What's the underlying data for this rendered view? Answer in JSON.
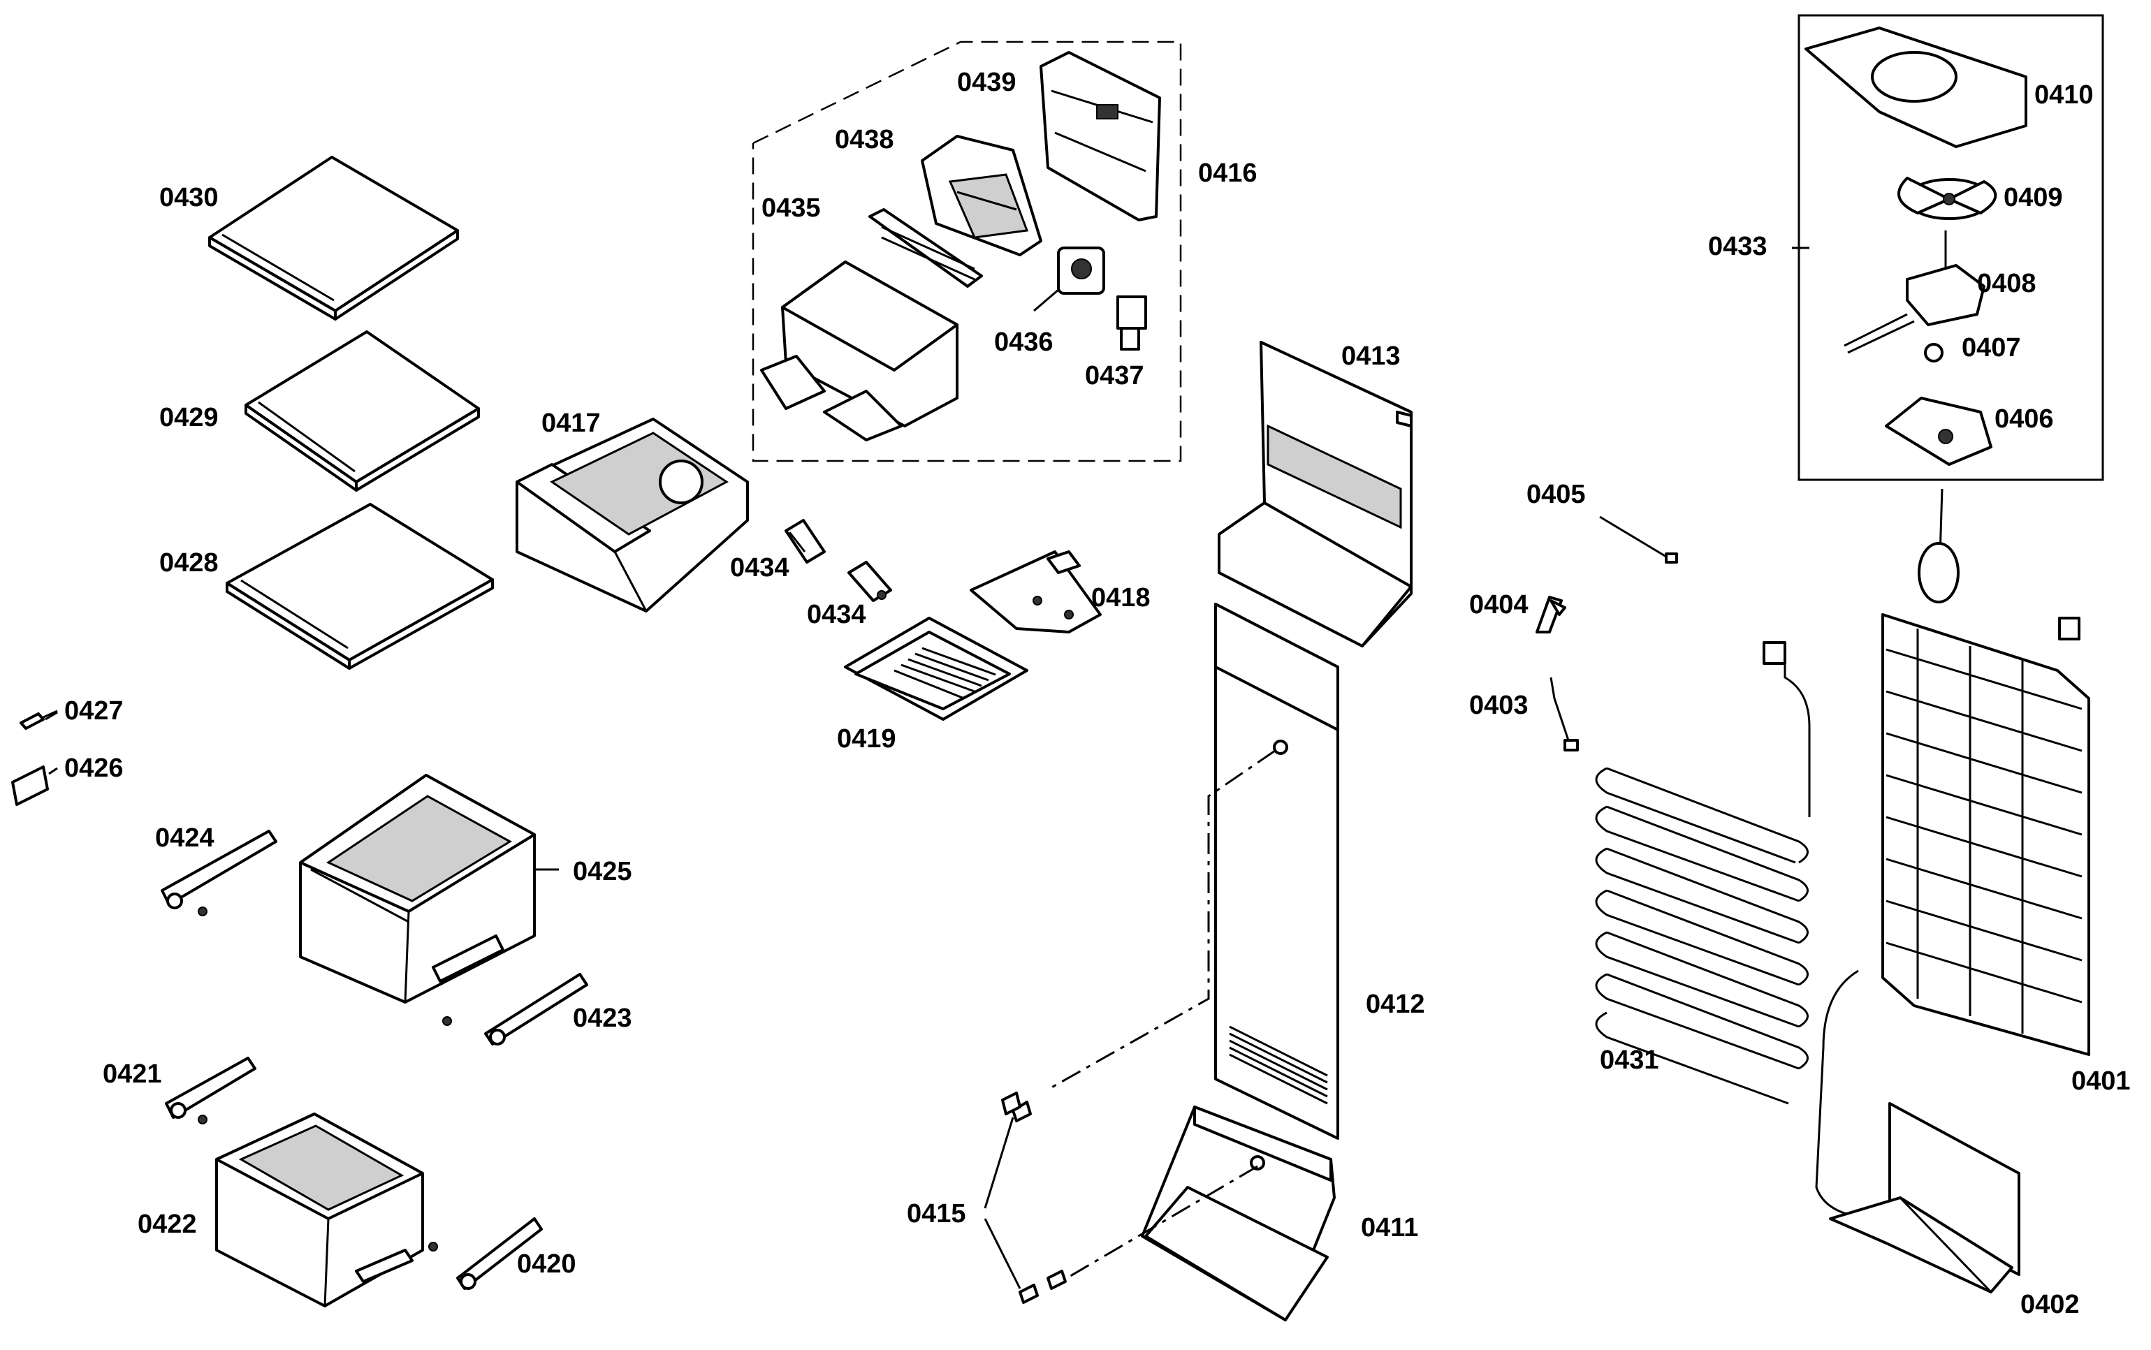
{
  "labels": {
    "p0401": "0401",
    "p0402": "0402",
    "p0403": "0403",
    "p0404": "0404",
    "p0405": "0405",
    "p0406": "0406",
    "p0407": "0407",
    "p0408": "0408",
    "p0409": "0409",
    "p0410": "0410",
    "p0411": "0411",
    "p0412": "0412",
    "p0413": "0413",
    "p0415": "0415",
    "p0416": "0416",
    "p0417": "0417",
    "p0418": "0418",
    "p0419": "0419",
    "p0420": "0420",
    "p0421": "0421",
    "p0422": "0422",
    "p0423": "0423",
    "p0424": "0424",
    "p0425": "0425",
    "p0426": "0426",
    "p0427": "0427",
    "p0428": "0428",
    "p0429": "0429",
    "p0430": "0430",
    "p0431": "0431",
    "p0433": "0433",
    "p0434a": "0434",
    "p0434b": "0434",
    "p0435": "0435",
    "p0436": "0436",
    "p0437": "0437",
    "p0438": "0438",
    "p0439": "0439"
  }
}
